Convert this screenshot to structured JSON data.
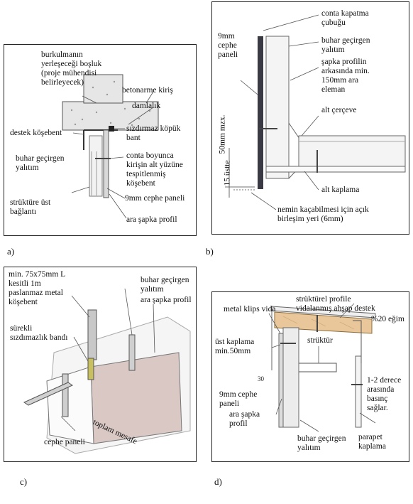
{
  "panels": {
    "a": {
      "caption": "a)",
      "labels": {
        "buckling_space": "burkulmanın\nyerleşeceği boşluk\n(proje mühendisi\nbelirleyecek)",
        "concrete_beam": "betonarme kiriş",
        "drip": "damlalık",
        "support_angle": "destek köşebent",
        "foam_tape": "sızdırmaz köpük\nbant",
        "vapor_barrier": "buhar geçirgen\nyalıtım",
        "seal_angle": "conta boyunca\nkirişin alt yüzüne\ntespitlenmiş\nköşebent",
        "panel_9mm": "9mm cephe paneli",
        "top_connection": "strüktüre üst\nbağlantı",
        "hat_profile": "ara şapka profil"
      }
    },
    "b": {
      "caption": "b)",
      "labels": {
        "seal_rod": "conta kapatma\nçubuğu",
        "vapor_barrier": "buhar geçirgen\nyalıtım",
        "hat_behind": "şapka profilin\narkasında min.\n150mm ara\neleman",
        "panel_9mm": "9mm\ncephe\npaneli",
        "bottom_frame": "alt çerçeve",
        "dim_50mm": "50mm mzx.",
        "dim_15": "15 üstte",
        "bottom_cladding": "alt kaplama",
        "open_joint": "nemin kaçabilmesi için açık\nbirleşim yeri (6mm)"
      }
    },
    "c": {
      "caption": "c)",
      "labels": {
        "l_angle": "min. 75x75mm L\nkesitli 1m\npaslanmaz metal\nköşebent",
        "vapor_barrier": "buhar geçirgen\nyalıtım",
        "hat_profile": "ara şapka profil",
        "seal_tape": "sürekli\nsızdımazlık bandı",
        "facade_panel": "cephe paneli",
        "total_distance": "toplam mesafe"
      }
    },
    "d": {
      "caption": "d)",
      "labels": {
        "timber_support": "strüktürel profile\nvidalanmış ahşap destek",
        "metal_clip": "metal klips vida",
        "slope": "%20 eğim",
        "top_cladding": "üst kaplama\nmin.50mm",
        "structure": "strüktür",
        "dim_30": "30",
        "pressure": "1-2 derece\narasında\nbasınç\nsağlar.",
        "panel_9mm": "9mm cephe\npaneli",
        "hat_profile": "ara şapka\nprofil",
        "vapor_barrier": "buhar geçirgen\nyalıtım",
        "parapet": "parapet\nkaplama"
      }
    }
  }
}
